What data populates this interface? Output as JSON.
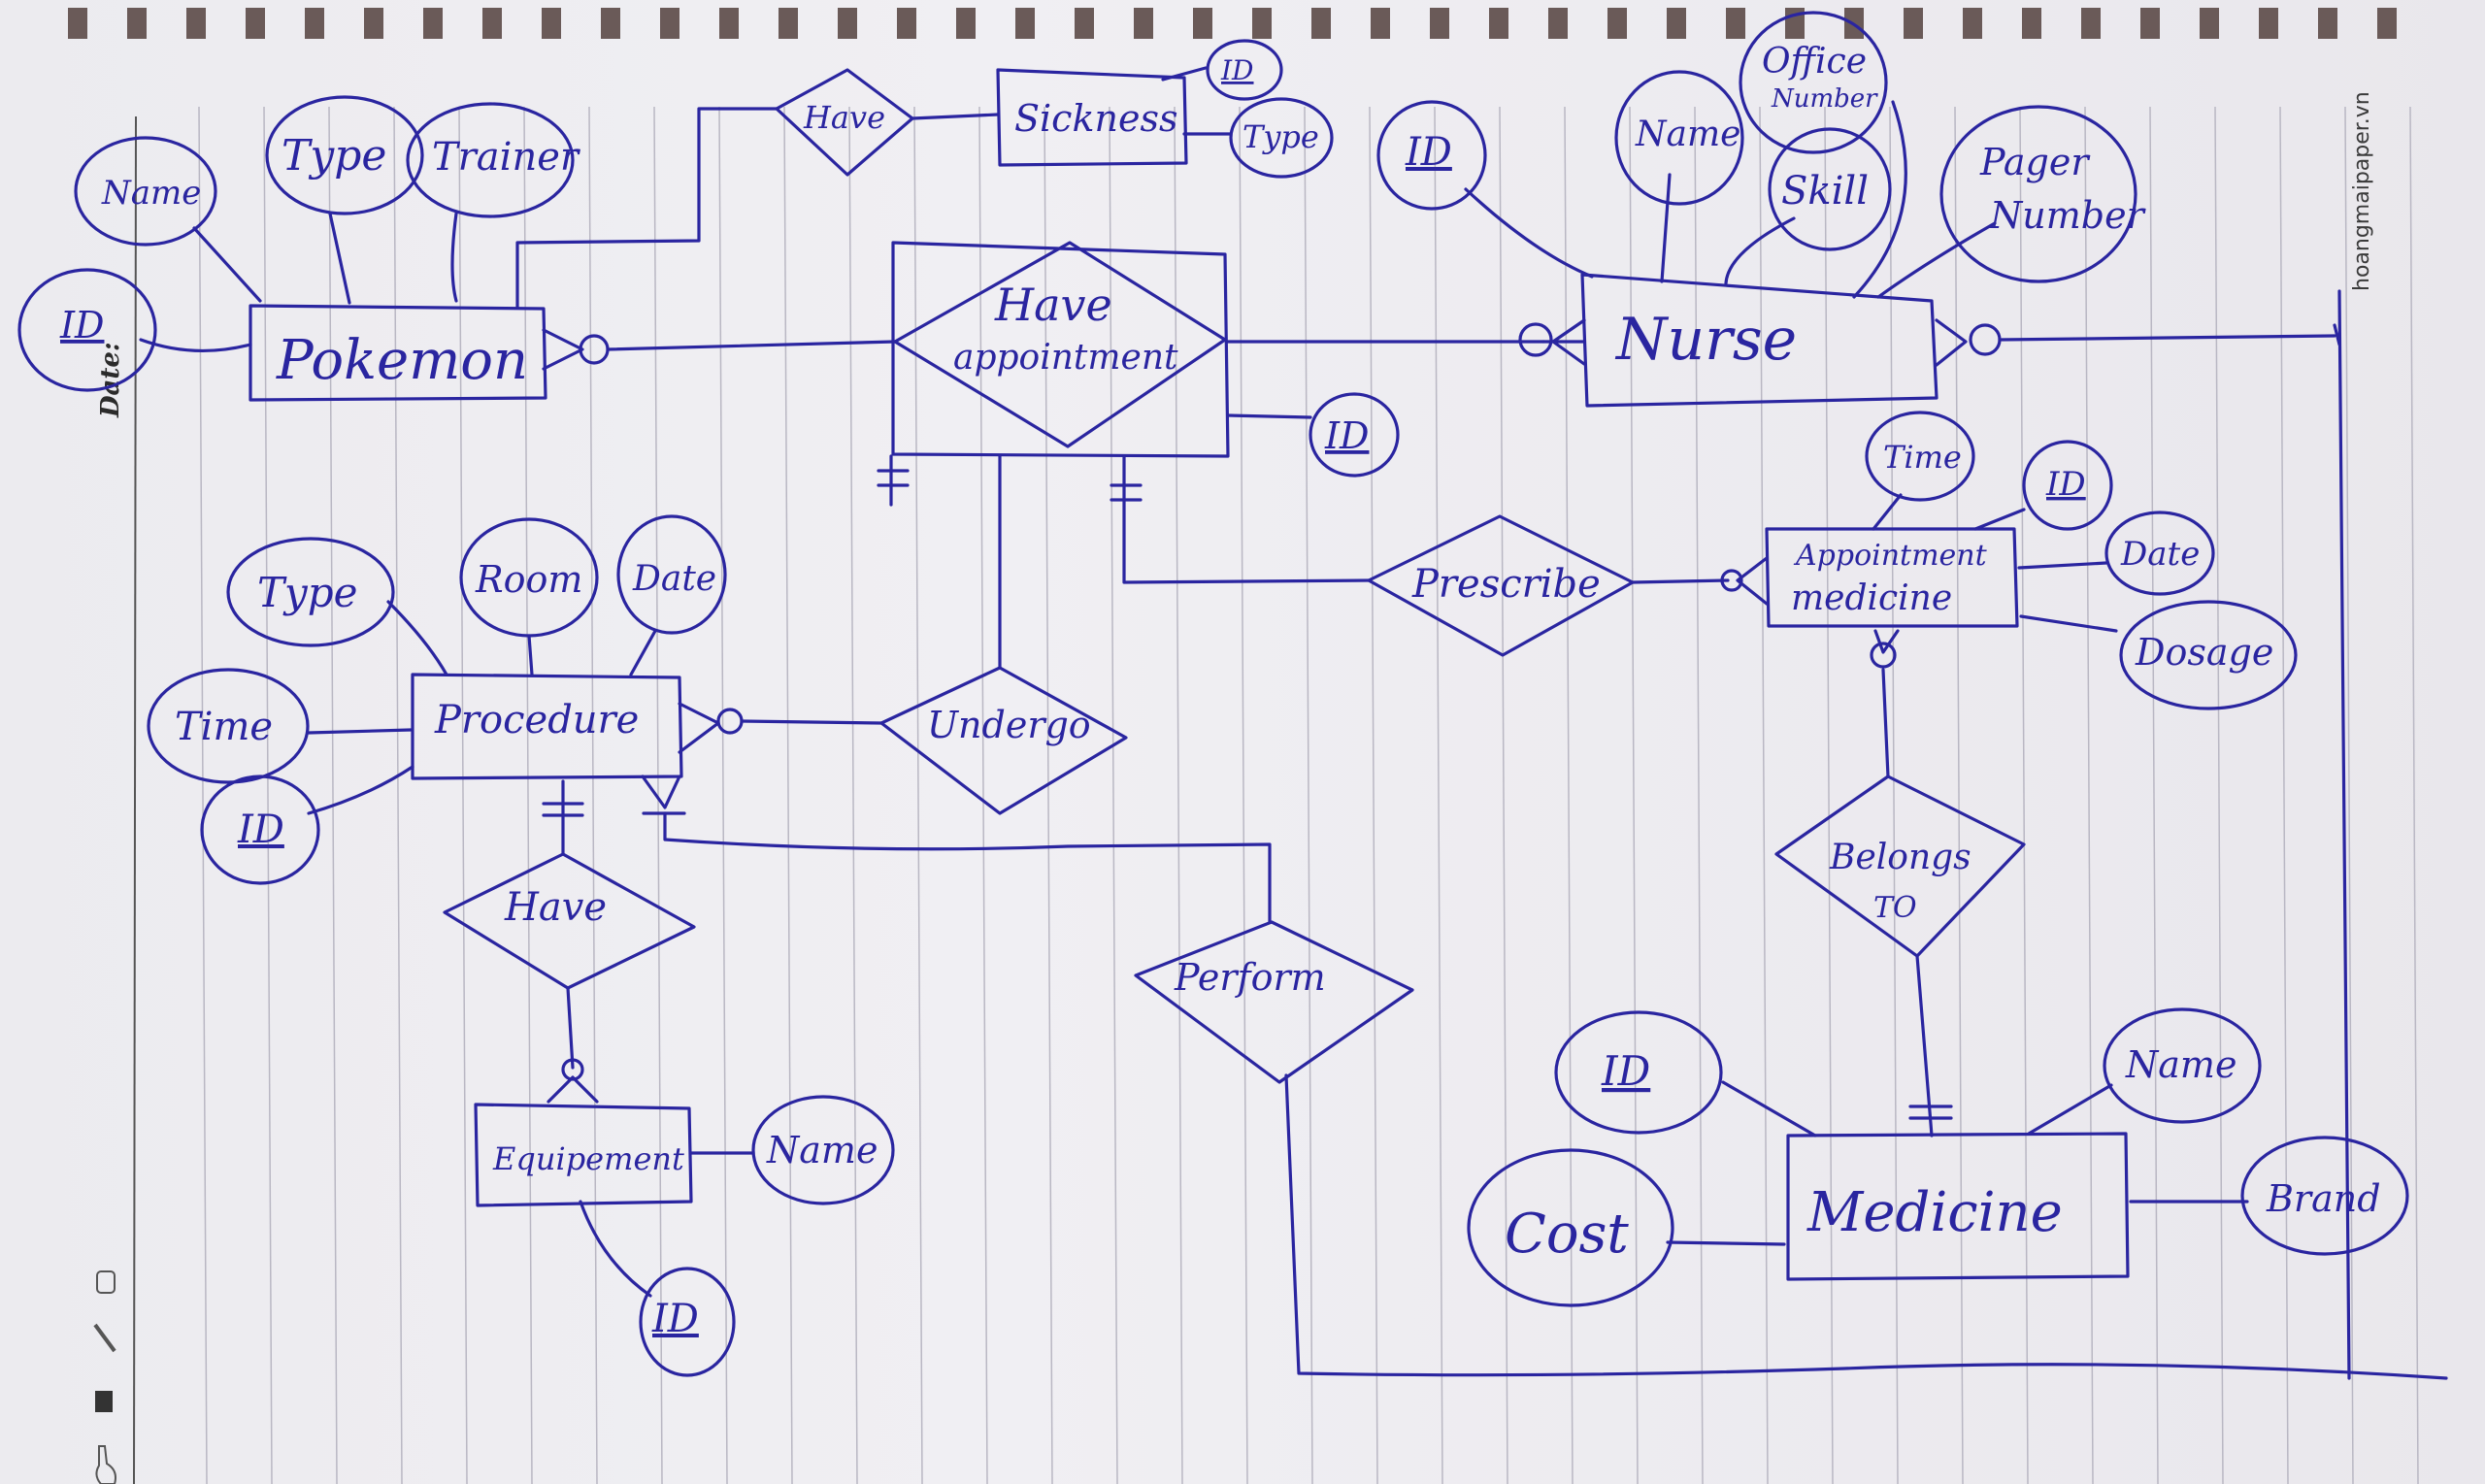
{
  "page": {
    "date_label": "Date:",
    "watermark": "hoangmaipaper.vn",
    "margin_icons": [
      "phone-icon",
      "pen-icon",
      "envelope-icon",
      "pointing-hand-icon"
    ],
    "ink_color": "#2a25a0"
  },
  "entities": [
    {
      "id": "pokemon",
      "label": "Pokemon",
      "attributes": [
        "ID",
        "Name",
        "Type",
        "Trainer"
      ],
      "key": "ID"
    },
    {
      "id": "sickness",
      "label": "Sickness",
      "attributes": [
        "ID",
        "Type"
      ],
      "key": "ID"
    },
    {
      "id": "nurse",
      "label": "Nurse",
      "attributes": [
        "ID",
        "Name",
        "Office Number",
        "Skill",
        "Pager Number"
      ],
      "key": "ID"
    },
    {
      "id": "procedure",
      "label": "Procedure",
      "attributes": [
        "Type",
        "Room",
        "Date",
        "Time",
        "ID"
      ],
      "key": "ID"
    },
    {
      "id": "appointment_medicine",
      "label": "Appointment medicine",
      "attributes": [
        "Time",
        "ID",
        "Date",
        "Dosage"
      ],
      "key": "ID"
    },
    {
      "id": "equipment",
      "label": "Equipement",
      "attributes": [
        "Name",
        "ID"
      ],
      "key": "ID"
    },
    {
      "id": "medicine",
      "label": "Medicine",
      "attributes": [
        "ID",
        "Name",
        "Cost",
        "Brand"
      ],
      "key": "ID"
    }
  ],
  "associative_entities": [
    {
      "id": "have_appointment",
      "label_line1": "Have",
      "label_line2": "appointment",
      "attributes": [
        "ID"
      ],
      "key": "ID"
    }
  ],
  "relationships": [
    {
      "id": "have_sickness",
      "label": "Have",
      "between": [
        "pokemon",
        "sickness"
      ]
    },
    {
      "id": "prescribe",
      "label": "Prescribe",
      "between": [
        "have_appointment",
        "appointment_medicine"
      ]
    },
    {
      "id": "undergo",
      "label": "Undergo",
      "between": [
        "have_appointment",
        "procedure"
      ]
    },
    {
      "id": "have_equipment",
      "label": "Have",
      "between": [
        "procedure",
        "equipment"
      ]
    },
    {
      "id": "perform",
      "label": "Perform",
      "between": [
        "procedure",
        "nurse"
      ]
    },
    {
      "id": "belongs_to",
      "label_line1": "Belongs",
      "label_line2": "TO",
      "between": [
        "appointment_medicine",
        "medicine"
      ]
    }
  ],
  "labels": {
    "pokemon": "Pokemon",
    "sickness": "Sickness",
    "nurse": "Nurse",
    "procedure": "Procedure",
    "appt_med_1": "Appointment",
    "appt_med_2": "medicine",
    "equipment": "Equipement",
    "medicine": "Medicine",
    "have_appt_1": "Have",
    "have_appt_2": "appointment",
    "rel_have_top": "Have",
    "rel_prescribe": "Prescribe",
    "rel_undergo": "Undergo",
    "rel_have_low": "Have",
    "rel_perform": "Perform",
    "rel_belongs_1": "Belongs",
    "rel_belongs_2": "TO",
    "attr_id": "ID",
    "attr_name": "Name",
    "attr_type": "Type",
    "attr_trainer": "Trainer",
    "attr_office_1": "Office",
    "attr_office_2": "Number",
    "attr_skill": "Skill",
    "attr_pager_1": "Pager",
    "attr_pager_2": "Number",
    "attr_room": "Room",
    "attr_date": "Date",
    "attr_time": "Time",
    "attr_dosage": "Dosage",
    "attr_cost": "Cost",
    "attr_brand": "Brand"
  }
}
